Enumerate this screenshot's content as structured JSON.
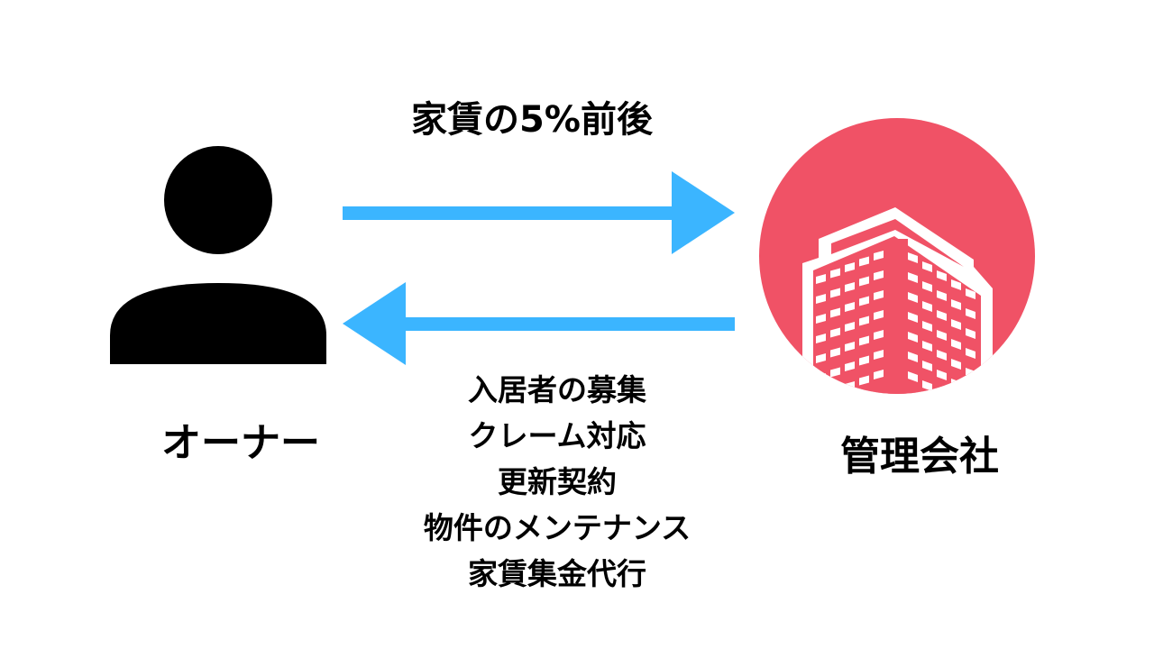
{
  "fee_label": "家賃の5%前後",
  "owner_label": "オーナー",
  "company_label": "管理会社",
  "services": [
    "入居者の募集",
    "クレーム対応",
    "更新契約",
    "物件のメンテナンス",
    "家賃集金代行"
  ],
  "colors": {
    "arrow": "#3bb5ff",
    "company_circle": "#f05266",
    "owner_icon": "#000000"
  },
  "icons": {
    "owner": "person-icon",
    "company": "building-icon"
  }
}
